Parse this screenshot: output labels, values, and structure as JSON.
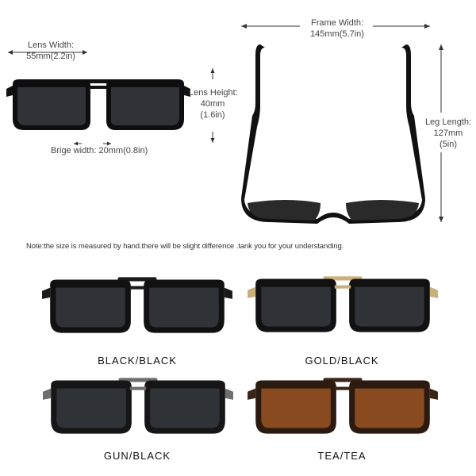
{
  "dimensions": {
    "lens_width_title": "Lens Width:",
    "lens_width_value": "55mm(2.2in)",
    "lens_height_title": "Lens Height:",
    "lens_height_mm": "40mm",
    "lens_height_in": "(1.6in)",
    "bridge_width": "Brige width: 20mm(0.8in)",
    "frame_width_title": "Frame Width:",
    "frame_width_value": "145mm(5.7in)",
    "leg_length_title": "Leg Length:",
    "leg_length_mm": "127mm",
    "leg_length_in": "(5in)"
  },
  "note": "Note:the size is measured by hand.there will be slight difference .tank you for your understanding.",
  "variants": [
    {
      "label": "BLACK/BLACK",
      "frame_color": "#111111",
      "bridge_color": "#1a1a1a",
      "lens_color": "#2f3337"
    },
    {
      "label": "GOLD/BLACK",
      "frame_color": "#111111",
      "bridge_color": "#c9b07a",
      "lens_color": "#2f3337"
    },
    {
      "label": "GUN/BLACK",
      "frame_color": "#161616",
      "bridge_color": "#6e6e6e",
      "lens_color": "#2f3337"
    },
    {
      "label": "TEA/TEA",
      "frame_color": "#2a1a10",
      "bridge_color": "#3a2516",
      "lens_color": "#8a4a1f"
    }
  ]
}
